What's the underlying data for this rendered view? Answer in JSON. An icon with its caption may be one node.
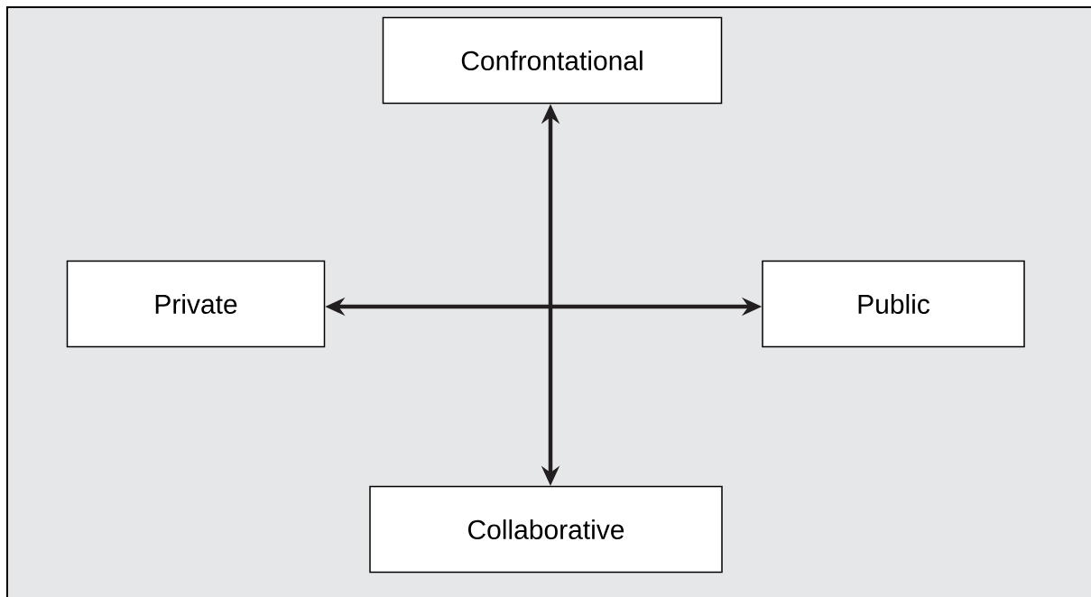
{
  "diagram": {
    "nodes": [
      {
        "text": [
          "Confrontational"
        ]
      },
      {
        "text": [
          "Private"
        ]
      },
      {
        "text": [
          "Public"
        ]
      },
      {
        "text": [
          "Collaborative"
        ]
      }
    ],
    "edges": [
      {
        "from": 3,
        "to": 0,
        "arrow": "both"
      },
      {
        "from": 1,
        "to": 2,
        "arrow": "both"
      }
    ]
  }
}
